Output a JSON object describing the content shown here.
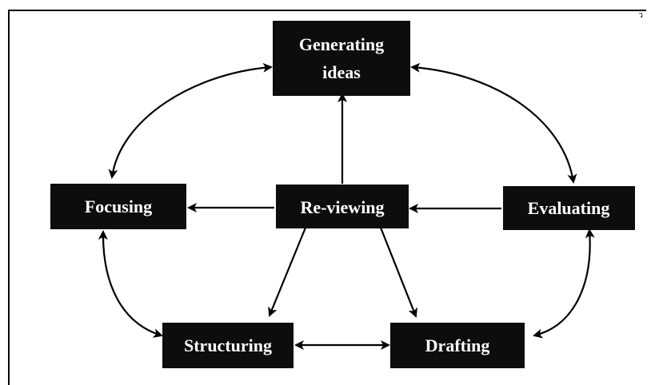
{
  "page": {
    "corner_mark": "ว"
  },
  "nodes": {
    "generating": {
      "line1": "Generating",
      "line2": "ideas"
    },
    "focusing": "Focusing",
    "reviewing": "Re-viewing",
    "evaluating": "Evaluating",
    "structuring": "Structuring",
    "drafting": "Drafting"
  }
}
